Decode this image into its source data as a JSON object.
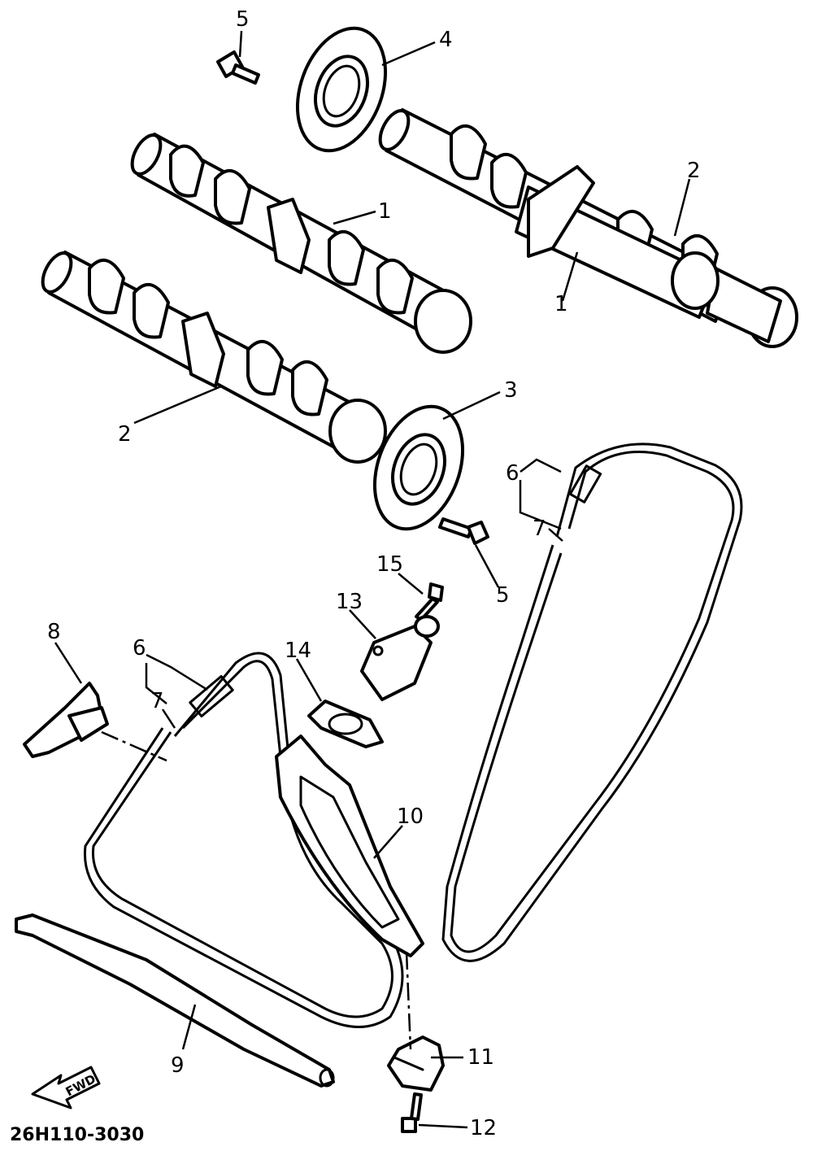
{
  "diagram_code": "26H110-3030",
  "fwd_label": "FWD",
  "callouts": {
    "c1a": "1",
    "c1b": "1",
    "c2a": "2",
    "c2b": "2",
    "c3": "3",
    "c4": "4",
    "c5a": "5",
    "c5b": "5",
    "c6a": "6",
    "c6b": "6",
    "c7a": "7",
    "c7b": "7",
    "c8": "8",
    "c9": "9",
    "c10": "10",
    "c11": "11",
    "c12": "12",
    "c13": "13",
    "c14": "14",
    "c15": "15"
  }
}
